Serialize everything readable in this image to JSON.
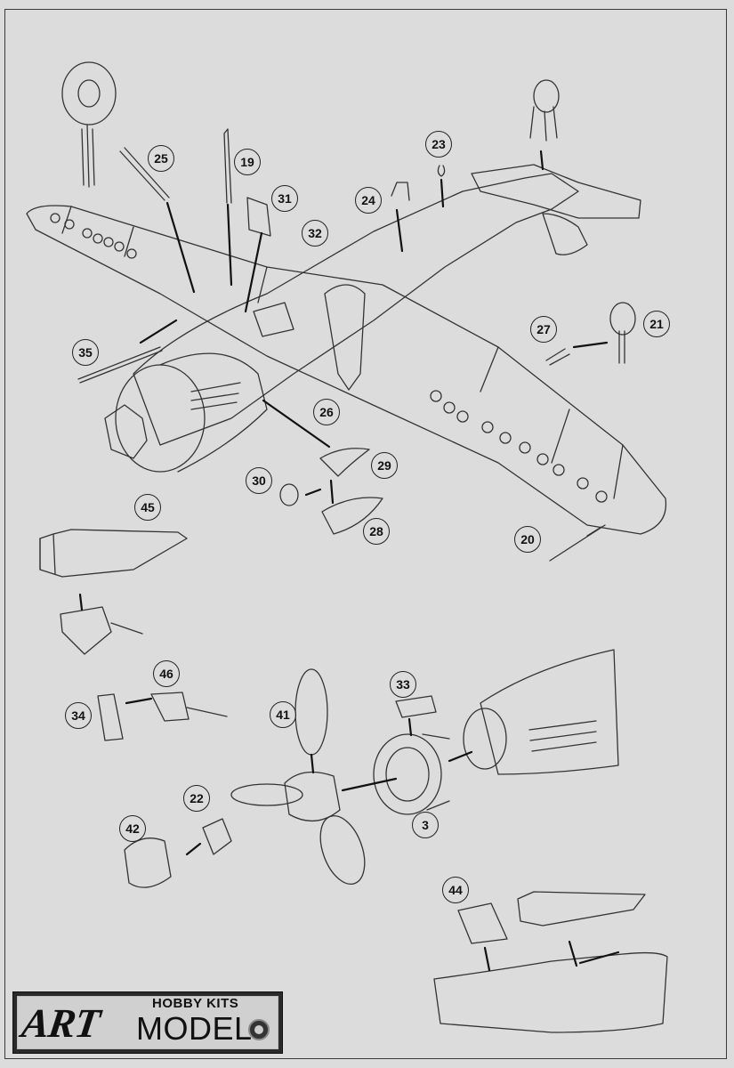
{
  "callouts": [
    {
      "id": "25",
      "label": "25"
    },
    {
      "id": "19",
      "label": "19"
    },
    {
      "id": "31",
      "label": "31"
    },
    {
      "id": "32",
      "label": "32"
    },
    {
      "id": "23",
      "label": "23"
    },
    {
      "id": "24",
      "label": "24"
    },
    {
      "id": "35",
      "label": "35"
    },
    {
      "id": "27",
      "label": "27"
    },
    {
      "id": "21",
      "label": "21"
    },
    {
      "id": "26",
      "label": "26"
    },
    {
      "id": "29",
      "label": "29"
    },
    {
      "id": "30",
      "label": "30"
    },
    {
      "id": "28",
      "label": "28"
    },
    {
      "id": "20",
      "label": "20"
    },
    {
      "id": "45",
      "label": "45"
    },
    {
      "id": "46",
      "label": "46"
    },
    {
      "id": "34",
      "label": "34"
    },
    {
      "id": "33",
      "label": "33"
    },
    {
      "id": "41",
      "label": "41"
    },
    {
      "id": "22",
      "label": "22"
    },
    {
      "id": "42",
      "label": "42"
    },
    {
      "id": "3",
      "label": "3"
    },
    {
      "id": "44",
      "label": "44"
    }
  ],
  "logo": {
    "art": "ART",
    "hobby_kits": "HOBBY KITS",
    "model": "MODEL"
  },
  "colors": {
    "paper": "#dcdcdc",
    "ink": "#222222"
  }
}
